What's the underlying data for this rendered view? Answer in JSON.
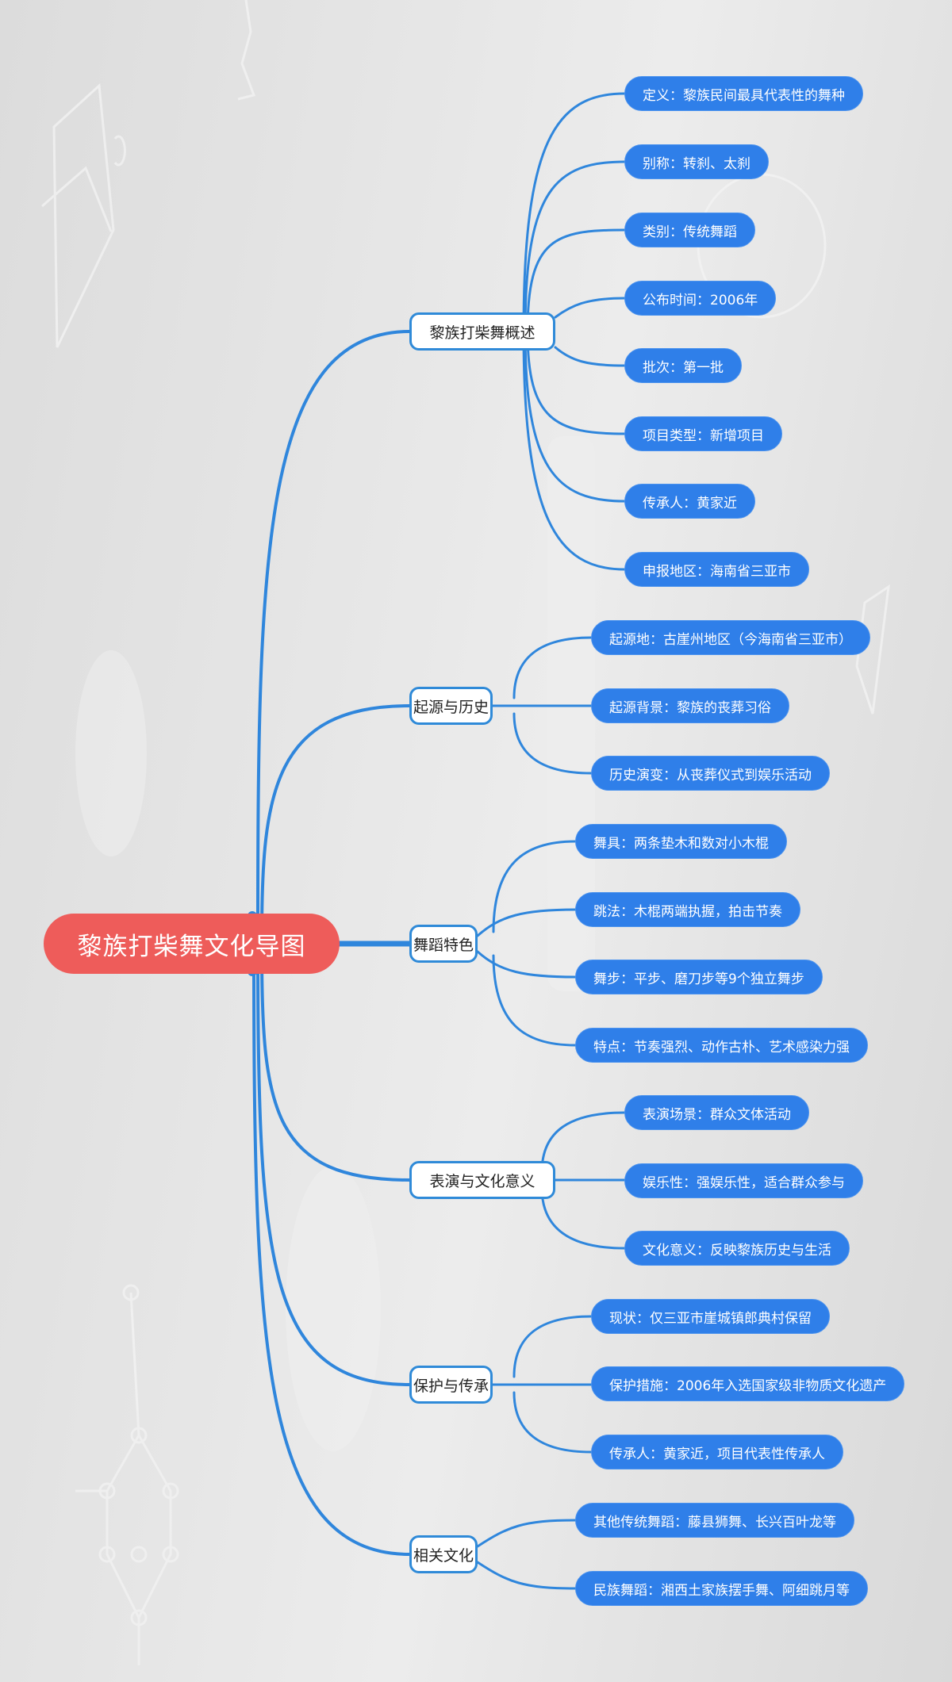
{
  "mindmap": {
    "title": "黎族打柴舞文化导图",
    "colors": {
      "root": "#ee5c5a",
      "branch_border": "#2f8ad8",
      "leaf": "#2f7fe9",
      "edge": "#2f86dc",
      "background": "#e2e2e2"
    },
    "branches": [
      {
        "label": "黎族打柴舞概述",
        "children": [
          "定义：黎族民间最具代表性的舞种",
          "别称：转刹、太刹",
          "类别：传统舞蹈",
          "公布时间：2006年",
          "批次：第一批",
          "项目类型：新增项目",
          "传承人：黄家近",
          "申报地区：海南省三亚市"
        ]
      },
      {
        "label": "起源与历史",
        "children": [
          "起源地：古崖州地区（今海南省三亚市）",
          "起源背景：黎族的丧葬习俗",
          "历史演变：从丧葬仪式到娱乐活动"
        ]
      },
      {
        "label": "舞蹈特色",
        "children": [
          "舞具：两条垫木和数对小木棍",
          "跳法：木棍两端执握，拍击节奏",
          "舞步：平步、磨刀步等9个独立舞步",
          "特点：节奏强烈、动作古朴、艺术感染力强"
        ]
      },
      {
        "label": "表演与文化意义",
        "children": [
          "表演场景：群众文体活动",
          "娱乐性：强娱乐性，适合群众参与",
          "文化意义：反映黎族历史与生活"
        ]
      },
      {
        "label": "保护与传承",
        "children": [
          "现状：仅三亚市崖城镇郎典村保留",
          "保护措施：2006年入选国家级非物质文化遗产",
          "传承人：黄家近，项目代表性传承人"
        ]
      },
      {
        "label": "相关文化",
        "children": [
          "其他传统舞蹈：藤县狮舞、长兴百叶龙等",
          "民族舞蹈：湘西土家族摆手舞、阿细跳月等"
        ]
      }
    ]
  }
}
